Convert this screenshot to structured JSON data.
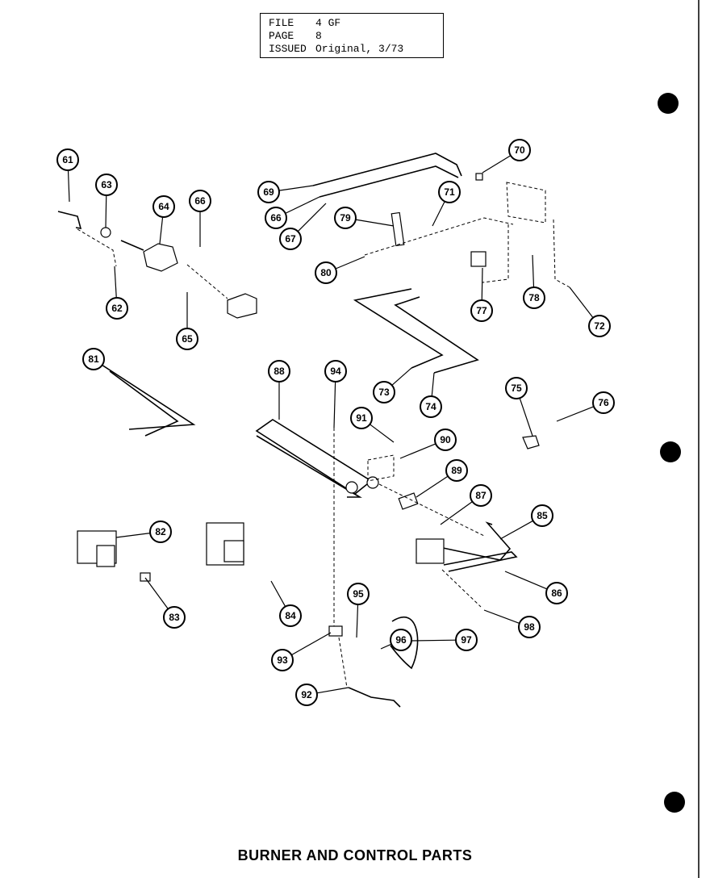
{
  "header": {
    "file_label": "FILE",
    "file_value": "4 GF",
    "page_label": "PAGE",
    "page_value": "8",
    "issued_label": "ISSUED",
    "issued_value": "Original, 3/73"
  },
  "title": "BURNER AND CONTROL PARTS",
  "callouts": [
    "61",
    "63",
    "64",
    "66",
    "62",
    "65",
    "69",
    "66",
    "67",
    "70",
    "71",
    "79",
    "80",
    "77",
    "78",
    "72",
    "81",
    "88",
    "94",
    "73",
    "74",
    "75",
    "76",
    "91",
    "90",
    "89",
    "87",
    "85",
    "82",
    "83",
    "84",
    "95",
    "96",
    "97",
    "98",
    "86",
    "93",
    "92"
  ]
}
